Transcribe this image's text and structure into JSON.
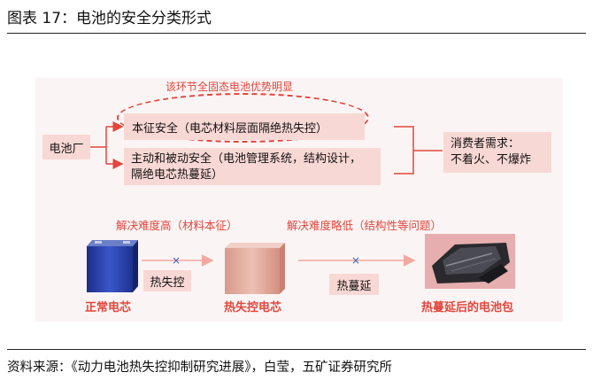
{
  "figure": {
    "title": "图表 17：电池的安全分类形式",
    "source": "资料来源：《动力电池热失控抑制研究进展》，白莹，五矿证券研究所"
  },
  "diagram": {
    "highlight_label": "该环节全固态电池优势明显",
    "factory": "电池厂",
    "intrinsic_safety": "本征安全（电芯材料层面隔绝热失控）",
    "active_safety_lines": [
      "主动和被动安全（电池管理系统，结构设计，",
      "隔绝电芯热蔓延）"
    ],
    "consumer_demand_lines": [
      "消费者需求：",
      "不着火、不爆炸"
    ],
    "difficulty_high": "解决难度高（材料本征）",
    "difficulty_low": "解决难度略低（结构性等问题）",
    "normal_cell": "正常电芯",
    "thermal_runaway": "热失控",
    "thermal_runaway_cell": "热失控电芯",
    "thermal_spread": "热蔓延",
    "pack_after_spread": "热蔓延后的电池包"
  }
}
